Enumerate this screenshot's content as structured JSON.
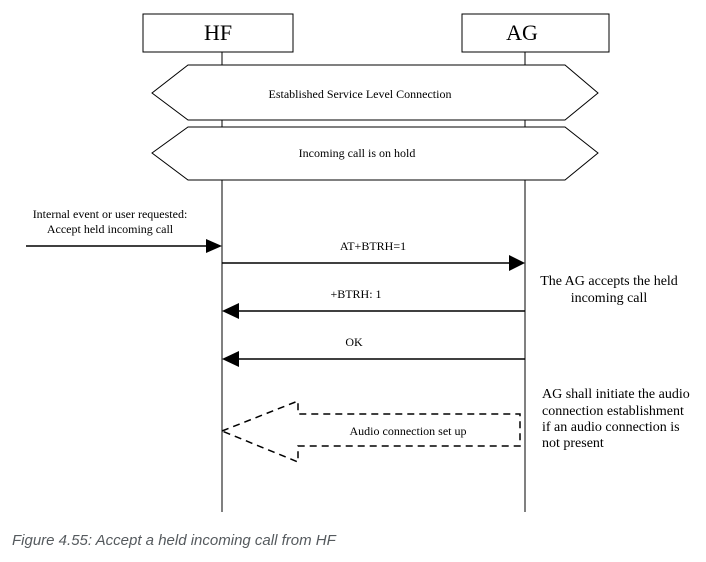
{
  "entities": {
    "hf": "HF",
    "ag": "AG"
  },
  "connections": {
    "slc": "Established Service Level Connection",
    "hold": "Incoming call is on hold"
  },
  "trigger": {
    "line1": "Internal event or user requested:",
    "line2": "Accept  held  incoming call"
  },
  "messages": {
    "btrh_cmd": "AT+BTRH=1",
    "btrh_resp": "+BTRH: 1",
    "ok": "OK",
    "audio": "Audio connection set up"
  },
  "notes": {
    "accept": [
      "The AG accepts the held",
      "incoming call"
    ],
    "audio": [
      "AG shall initiate the audio",
      "connection establishment",
      "if an audio connection is",
      "not present"
    ]
  },
  "caption": "Figure 4.55: Accept a held incoming call from HF"
}
